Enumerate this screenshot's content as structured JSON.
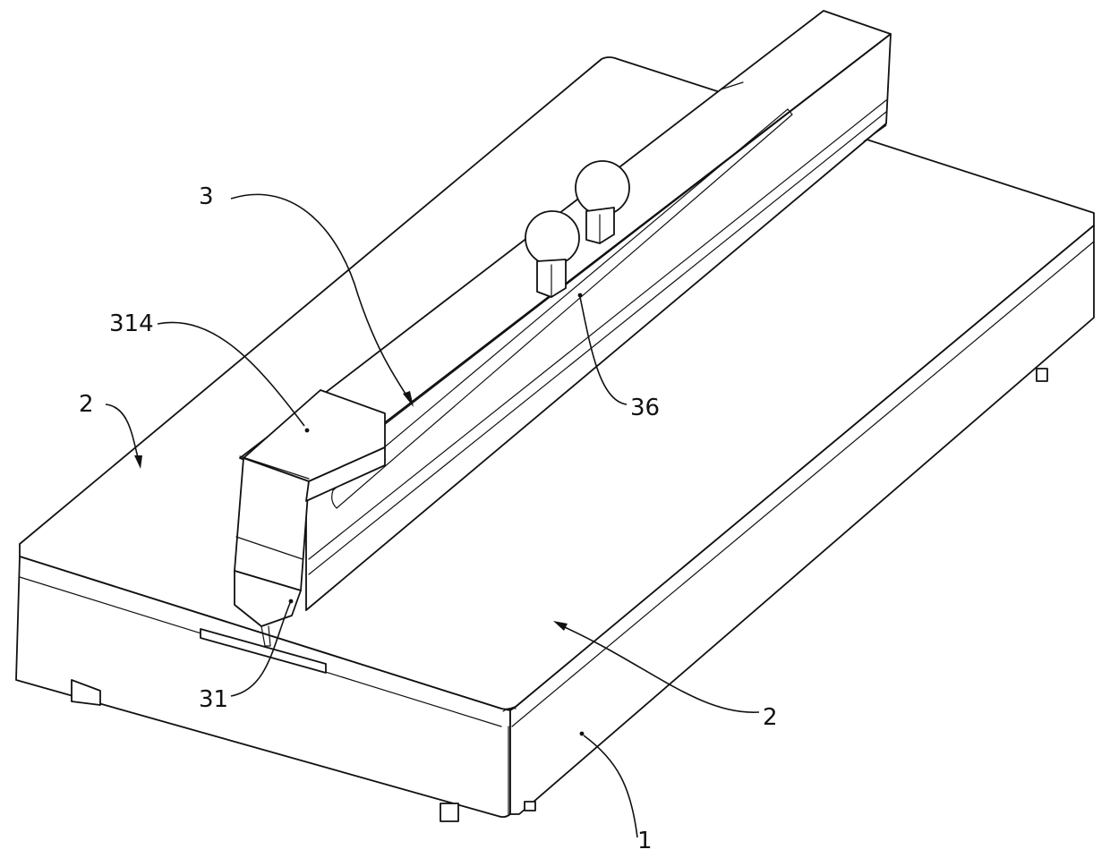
{
  "labels": {
    "base": "1",
    "platform_left": "2",
    "platform_right": "2",
    "rail": "3",
    "head": "31",
    "head_box": "314",
    "slot_marker": "36"
  }
}
